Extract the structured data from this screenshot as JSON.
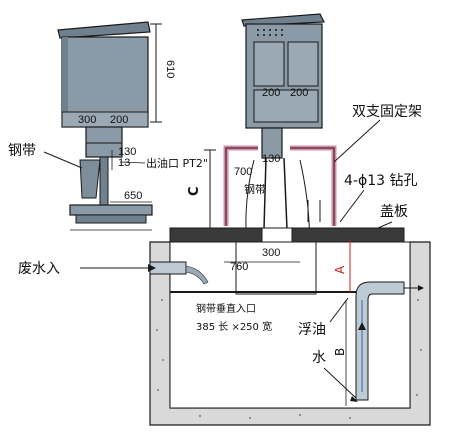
{
  "colors": {
    "cabinet_fill": "#8a9aa6",
    "cabinet_fill_dark": "#6f818e",
    "line": "#1a1a1a",
    "frame_pink": "#d98aa6",
    "pit_wall": "#d9d9d9",
    "water_blue": "#2b6cb0",
    "red_text": "#d11a1a",
    "pipe_fill": "#bfcbd4"
  },
  "side_view": {
    "height_dim": "610",
    "width_left": "300",
    "width_right": "200",
    "base_dim_1": "200",
    "base_dim_2": "130",
    "base_dim_3": "13",
    "base_width": "650",
    "steel_band_label": "钢带",
    "oil_outlet_label": "出油口 PT2\""
  },
  "front_view": {
    "width_left": "200",
    "width_right": "200",
    "frame_130": "130",
    "frame_700": "700",
    "steel_band_label": "钢带",
    "dim_c": "C",
    "double_bracket_label": "双支固定架",
    "drill_hole_label": "4-ϕ13 钻孔",
    "cover_plate_label": "盖板"
  },
  "pit": {
    "inlet_label": "废水入",
    "inner_width_760": "760",
    "inner_width_300": "300",
    "band_entry_label": "钢带垂直入口",
    "band_entry_size": "385 长 ×250 宽",
    "floating_oil_label": "浮油",
    "water_label": "水",
    "dim_a": "A",
    "dim_b": "B"
  }
}
